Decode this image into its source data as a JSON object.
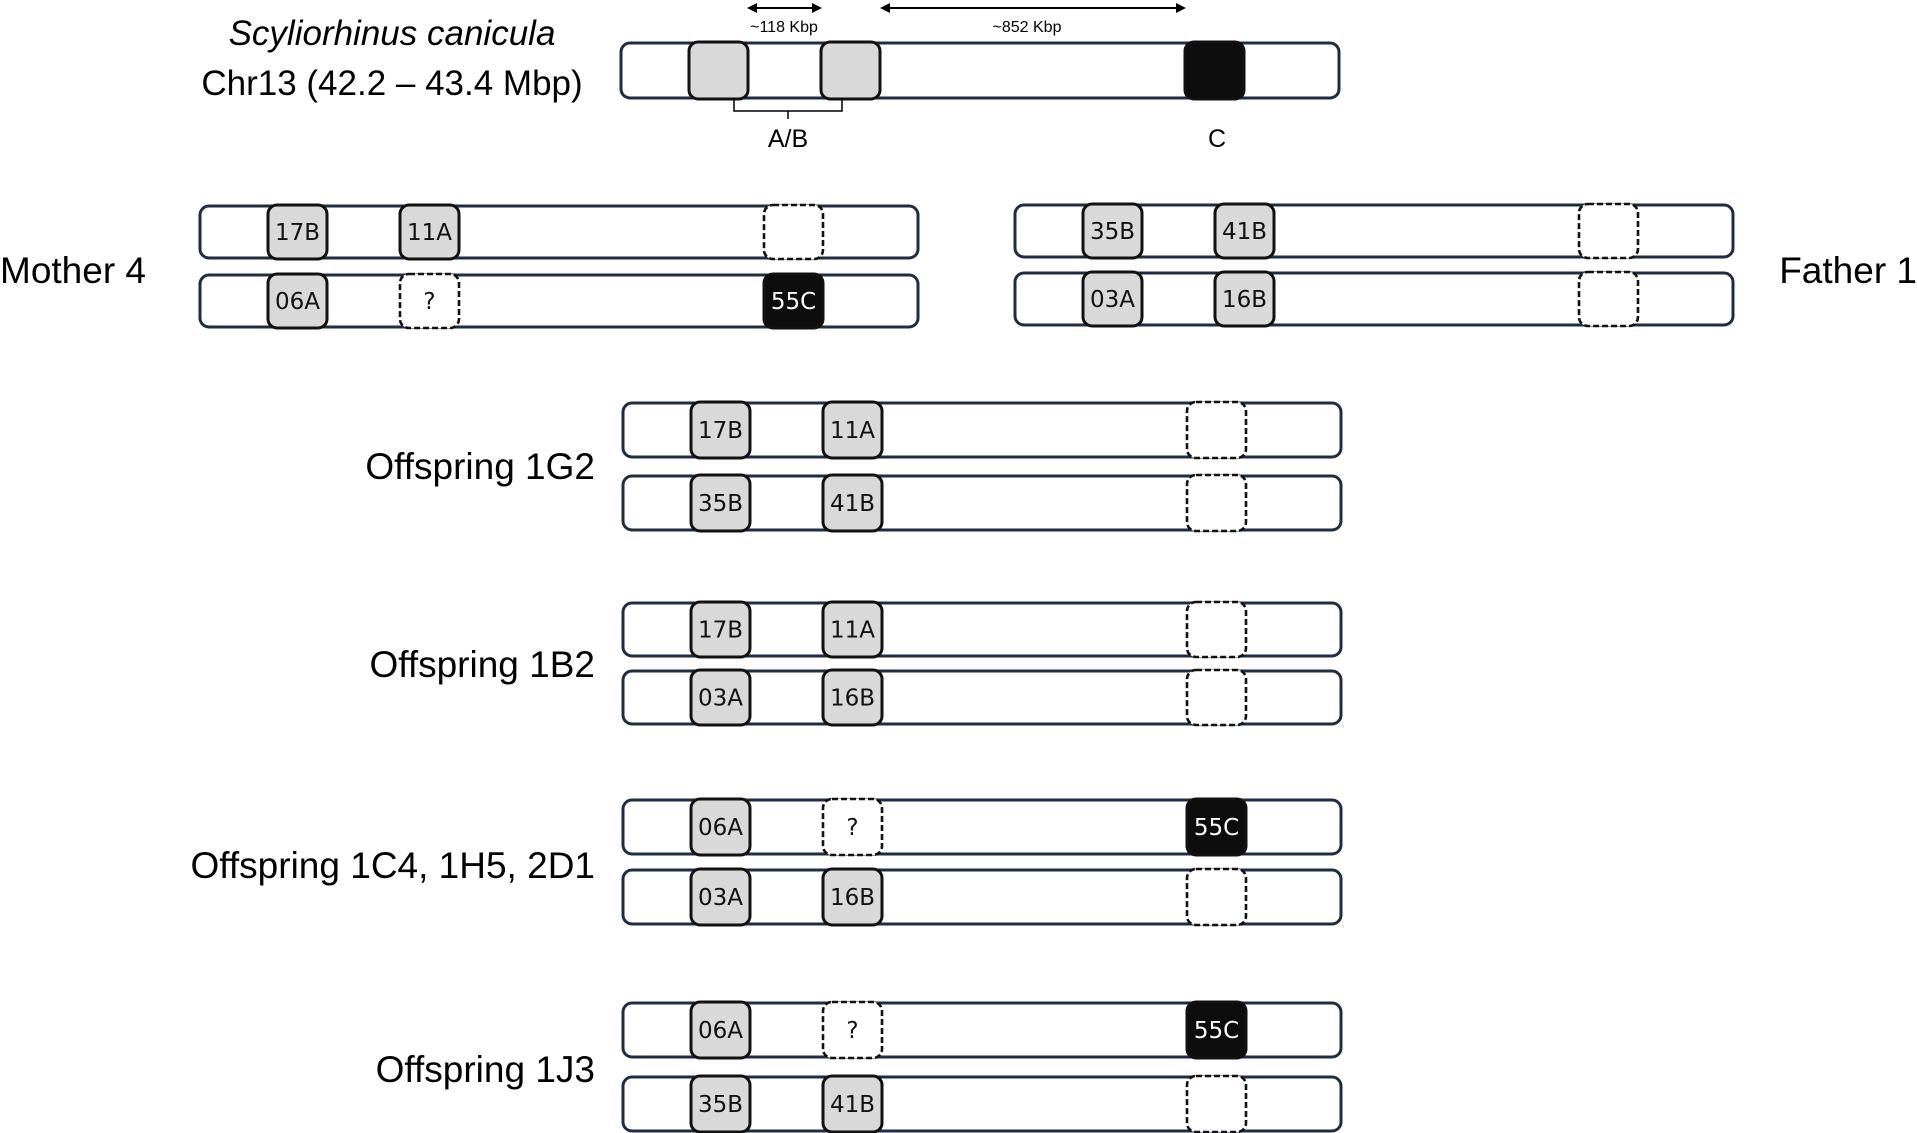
{
  "reference": {
    "species": "Scyliorhinus canicula",
    "region": "Chr13 (42.2 – 43.4 Mbp)",
    "distance_ab": "~118 Kbp",
    "distance_bc": "~852 Kbp",
    "locus_ab_label": "A/B",
    "locus_c_label": "C",
    "loci": [
      {
        "slot": "A",
        "style": "grey",
        "label": ""
      },
      {
        "slot": "B",
        "style": "grey",
        "label": ""
      },
      {
        "slot": "C",
        "style": "black",
        "label": ""
      }
    ]
  },
  "colors": {
    "chromosome_outline": "#1f2d44",
    "allele_grey": "#d9d9d9",
    "allele_black": "#0d0d0d"
  },
  "parents": [
    {
      "name": "Mother 4",
      "label_side": "left",
      "haplotypes": [
        [
          {
            "slot": "A",
            "style": "grey",
            "label": "17B"
          },
          {
            "slot": "B",
            "style": "grey",
            "label": "11A"
          },
          {
            "slot": "C",
            "style": "empty",
            "label": ""
          }
        ],
        [
          {
            "slot": "A",
            "style": "grey",
            "label": "06A"
          },
          {
            "slot": "B",
            "style": "empty",
            "label": "?"
          },
          {
            "slot": "C",
            "style": "black",
            "label": "55C"
          }
        ]
      ]
    },
    {
      "name": "Father 1",
      "label_side": "right",
      "haplotypes": [
        [
          {
            "slot": "A",
            "style": "grey",
            "label": "35B"
          },
          {
            "slot": "B",
            "style": "grey",
            "label": "41B"
          },
          {
            "slot": "C",
            "style": "empty",
            "label": ""
          }
        ],
        [
          {
            "slot": "A",
            "style": "grey",
            "label": "03A"
          },
          {
            "slot": "B",
            "style": "grey",
            "label": "16B"
          },
          {
            "slot": "C",
            "style": "empty",
            "label": ""
          }
        ]
      ]
    }
  ],
  "offspring": [
    {
      "name": "Offspring 1G2",
      "haplotypes": [
        [
          {
            "slot": "A",
            "style": "grey",
            "label": "17B"
          },
          {
            "slot": "B",
            "style": "grey",
            "label": "11A"
          },
          {
            "slot": "C",
            "style": "empty",
            "label": ""
          }
        ],
        [
          {
            "slot": "A",
            "style": "grey",
            "label": "35B"
          },
          {
            "slot": "B",
            "style": "grey",
            "label": "41B"
          },
          {
            "slot": "C",
            "style": "empty",
            "label": ""
          }
        ]
      ]
    },
    {
      "name": "Offspring 1B2",
      "haplotypes": [
        [
          {
            "slot": "A",
            "style": "grey",
            "label": "17B"
          },
          {
            "slot": "B",
            "style": "grey",
            "label": "11A"
          },
          {
            "slot": "C",
            "style": "empty",
            "label": ""
          }
        ],
        [
          {
            "slot": "A",
            "style": "grey",
            "label": "03A"
          },
          {
            "slot": "B",
            "style": "grey",
            "label": "16B"
          },
          {
            "slot": "C",
            "style": "empty",
            "label": ""
          }
        ]
      ]
    },
    {
      "name": "Offspring 1C4, 1H5, 2D1",
      "haplotypes": [
        [
          {
            "slot": "A",
            "style": "grey",
            "label": "06A"
          },
          {
            "slot": "B",
            "style": "empty",
            "label": "?"
          },
          {
            "slot": "C",
            "style": "black",
            "label": "55C"
          }
        ],
        [
          {
            "slot": "A",
            "style": "grey",
            "label": "03A"
          },
          {
            "slot": "B",
            "style": "grey",
            "label": "16B"
          },
          {
            "slot": "C",
            "style": "empty",
            "label": ""
          }
        ]
      ]
    },
    {
      "name": "Offspring 1J3",
      "haplotypes": [
        [
          {
            "slot": "A",
            "style": "grey",
            "label": "06A"
          },
          {
            "slot": "B",
            "style": "empty",
            "label": "?"
          },
          {
            "slot": "C",
            "style": "black",
            "label": "55C"
          }
        ],
        [
          {
            "slot": "A",
            "style": "grey",
            "label": "35B"
          },
          {
            "slot": "B",
            "style": "grey",
            "label": "41B"
          },
          {
            "slot": "C",
            "style": "empty",
            "label": ""
          }
        ]
      ]
    }
  ]
}
